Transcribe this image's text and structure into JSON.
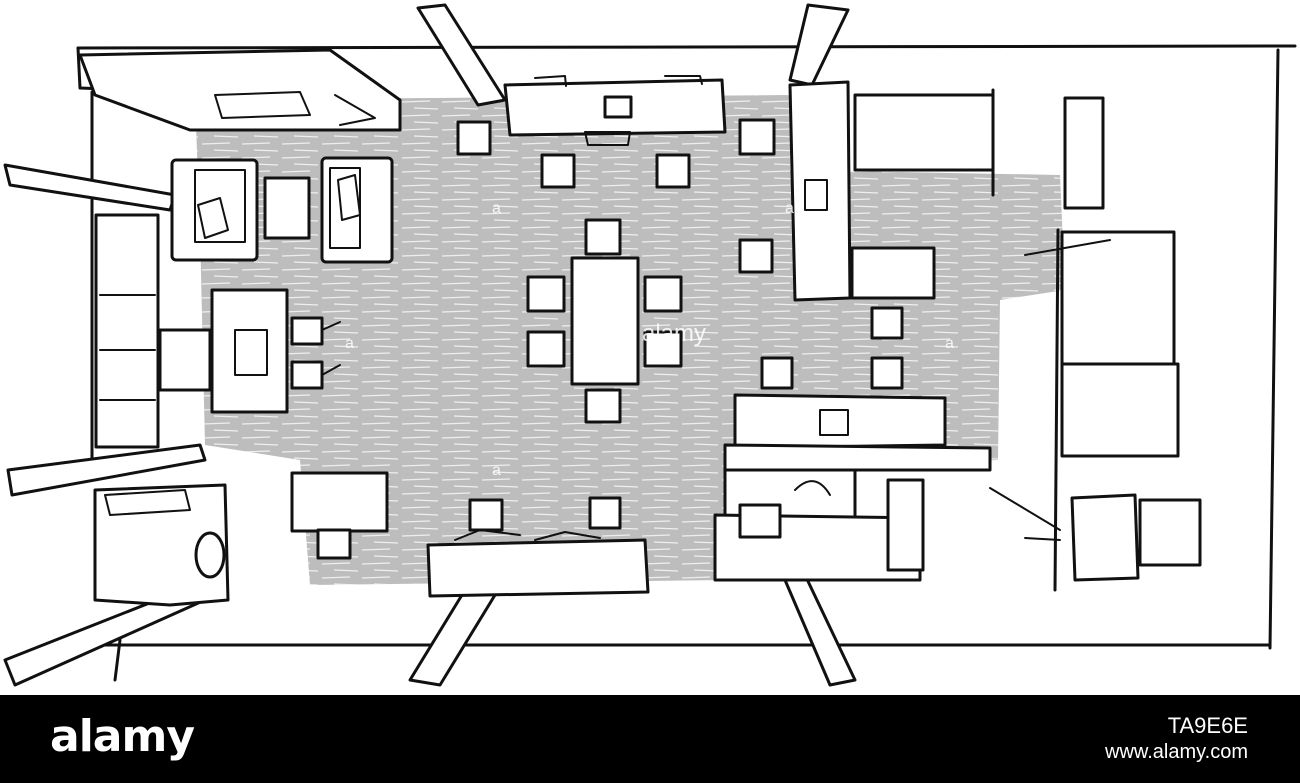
{
  "watermark": {
    "mark": "a",
    "brand_small": "alamy"
  },
  "footer": {
    "brand": "alamy",
    "image_id": "TA9E6E",
    "site": "www.alamy.com"
  },
  "colors": {
    "floor": "#bdbdbd",
    "ink": "#111111",
    "footer_bg": "#000000",
    "footer_text": "#ffffff"
  }
}
